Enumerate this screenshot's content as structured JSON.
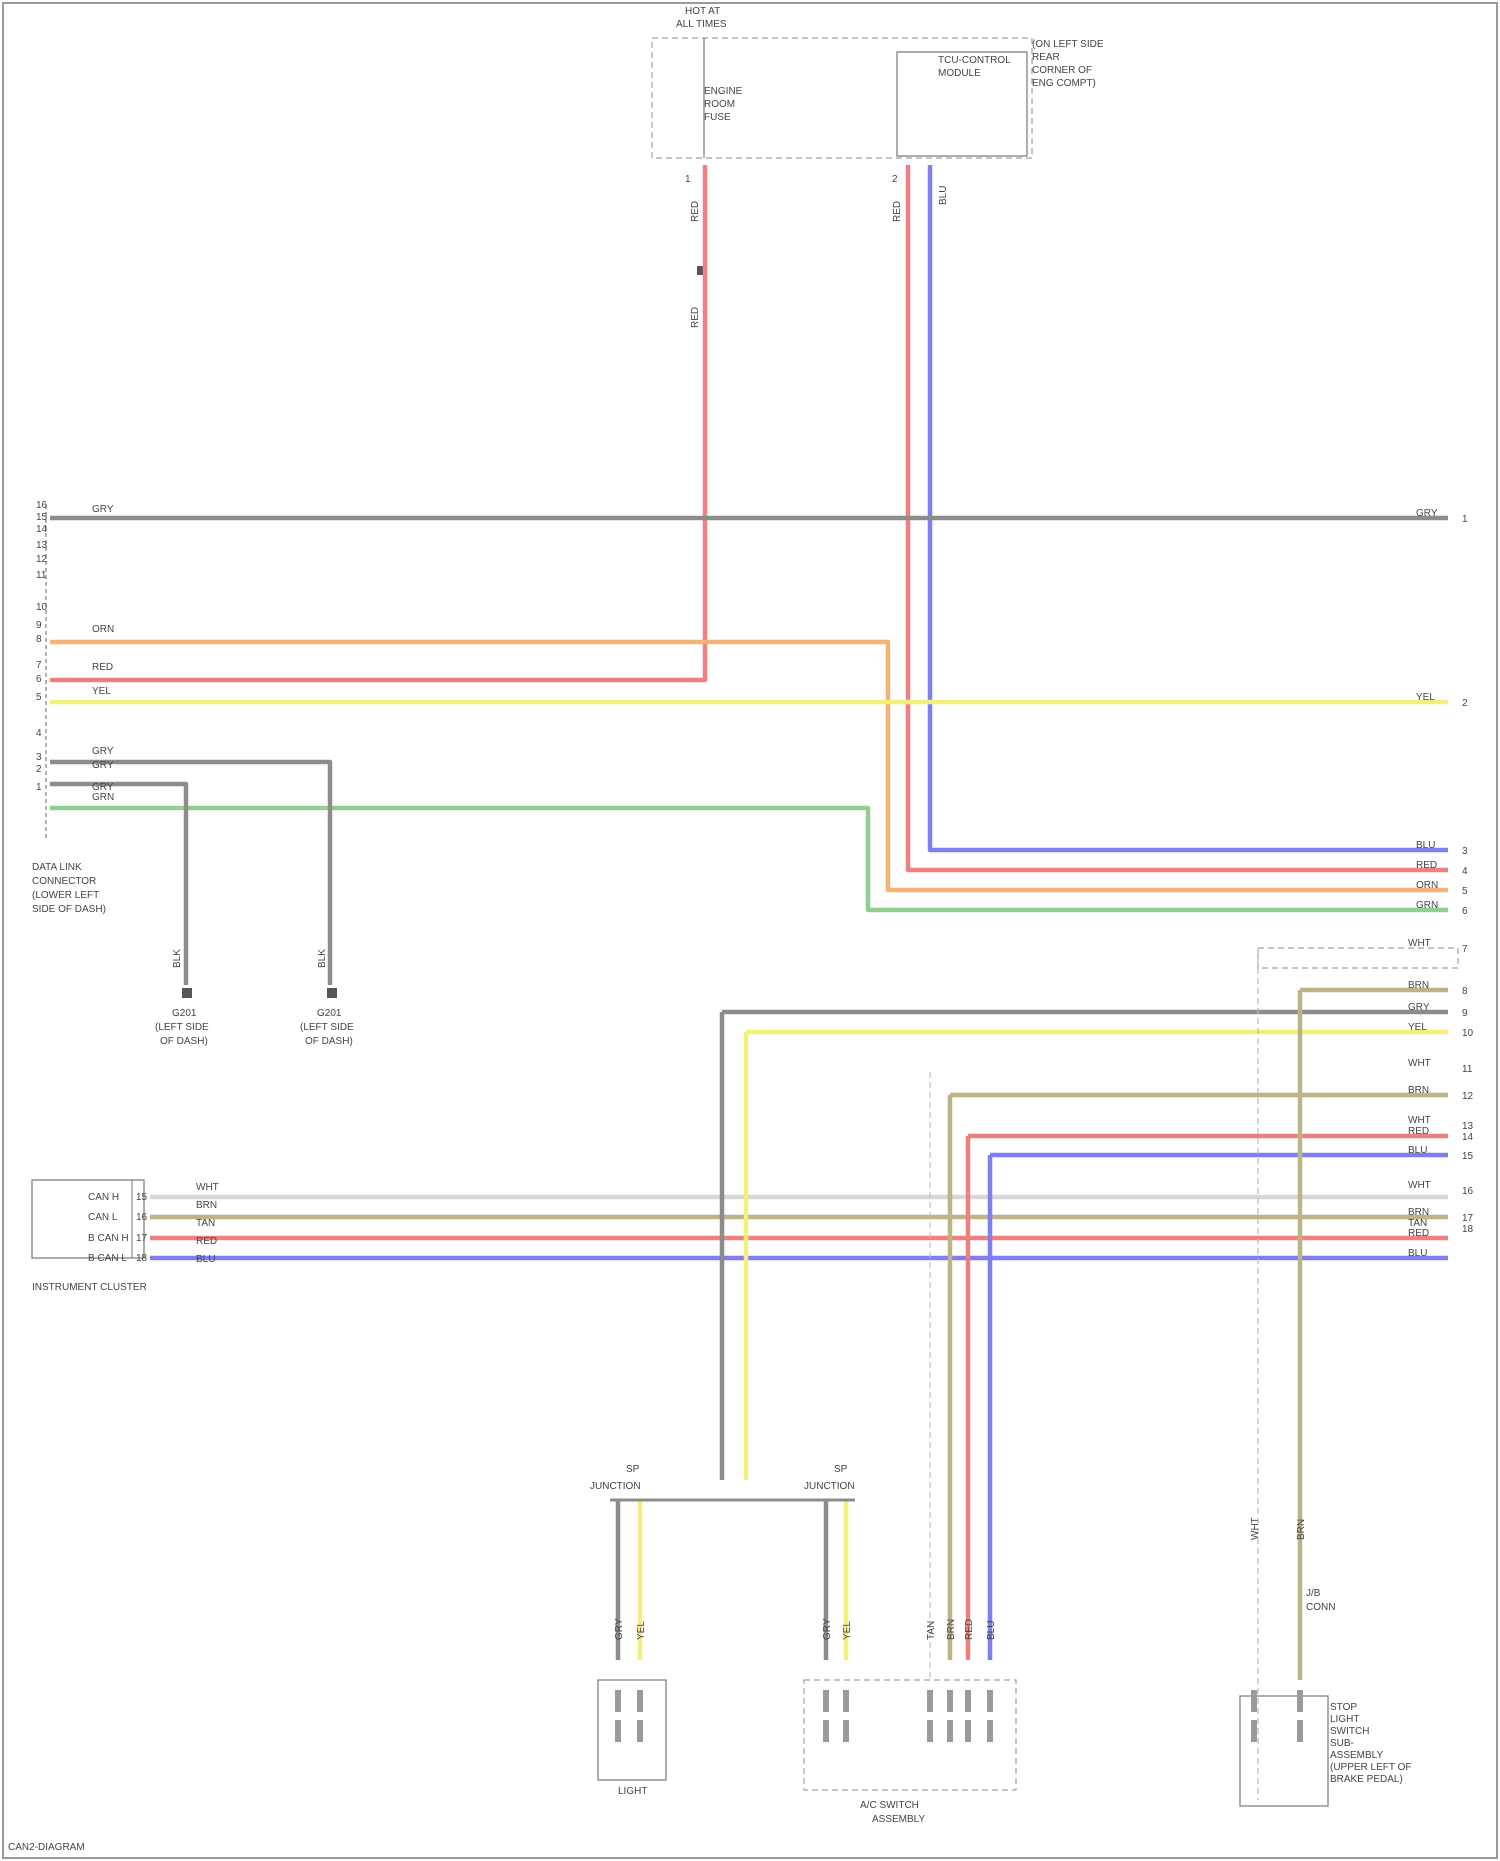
{
  "colors": {
    "GRY": "#8c8c8c",
    "ORN": "#f3b276",
    "RED": "#f08080",
    "YEL": "#f3f07a",
    "GRN": "#8fd08f",
    "BLU": "#7e7ef0",
    "TAN": "#bdb384",
    "BRN": "#c4a67a"
  },
  "top": {
    "supply_label": [
      "HOT AT",
      "ALL TIMES"
    ],
    "fuse_label": [
      "ENGINE",
      "ROOM",
      "FUSE"
    ],
    "module_label": [
      "TCU-CONTROL",
      "MODULE"
    ],
    "pins_left": [
      "1",
      "2"
    ],
    "wire_left": "RED",
    "wire_left2": "RED",
    "wire_mid": [
      "RED",
      "BLU"
    ],
    "location": [
      "(ON LEFT SIDE",
      "REAR",
      "CORNER OF",
      "ENG COMPT)"
    ]
  },
  "left_connector": {
    "label": [
      "DATA LINK",
      "CONNECTOR",
      "(LOWER LEFT",
      "SIDE OF DASH)"
    ],
    "pins": [
      "16",
      "15",
      "14",
      "13",
      "12",
      "11",
      "10",
      "9",
      "8",
      "7",
      "6",
      "5",
      "4",
      "3",
      "2",
      "1"
    ],
    "wires": [
      "GRY",
      "ORN",
      "RED",
      "YEL",
      "GRY",
      "GRY",
      "GRY",
      "GRN"
    ]
  },
  "grounds": [
    {
      "wire": "BLK",
      "label": [
        "G201",
        "(LEFT SIDE",
        "OF DASH)"
      ]
    },
    {
      "wire": "BLK",
      "label": [
        "G201",
        "(LEFT SIDE",
        "OF DASH)"
      ]
    }
  ],
  "right_pins": {
    "group1": [
      "1",
      "2",
      "3",
      "4",
      "5",
      "6"
    ],
    "labels1": [
      "GRY",
      "YEL",
      "BLU",
      "RED",
      "ORN",
      "GRN"
    ],
    "group2": [
      "7",
      "8",
      "9",
      "10",
      "11",
      "12",
      "13",
      "14",
      "15",
      "16",
      "17",
      "18"
    ],
    "labels2": [
      "WHT",
      "BRN",
      "GRY",
      "YEL",
      "WHT",
      "BRN",
      "WHT",
      "RED",
      "BLU",
      "WHT",
      "BRN",
      "TAN",
      "RED",
      "BLU"
    ]
  },
  "instrument": {
    "label": "INSTRUMENT CLUSTER",
    "pins": [
      "CAN H",
      "CAN L",
      "B CAN H",
      "B CAN L"
    ],
    "nums": [
      "15",
      "16",
      "17",
      "18"
    ],
    "wires": [
      "WHT",
      "BRN",
      "TAN",
      "RED",
      "BLU"
    ]
  },
  "bottom": {
    "left_splice": [
      "SP",
      "JUNCTION"
    ],
    "right_splice": [
      "SP",
      "JUNCTION"
    ],
    "left_box": "LIGHT",
    "mid_box": [
      "A/C SWITCH",
      "ASSEMBLY"
    ],
    "right_label": [
      "J/B",
      "CONN"
    ],
    "right_box": [
      "STOP",
      "LIGHT",
      "SWITCH",
      "SUB-",
      "ASSEMBLY",
      "(UPPER LEFT OF",
      "BRAKE PEDAL)"
    ],
    "wires_left": [
      "GRY",
      "YEL"
    ],
    "wires_mid": [
      "GRY",
      "YEL",
      "TAN",
      "BRN",
      "RED",
      "BLU"
    ],
    "wires_right": [
      "WHT",
      "BRN"
    ]
  },
  "footer": "CAN2-DIAGRAM"
}
